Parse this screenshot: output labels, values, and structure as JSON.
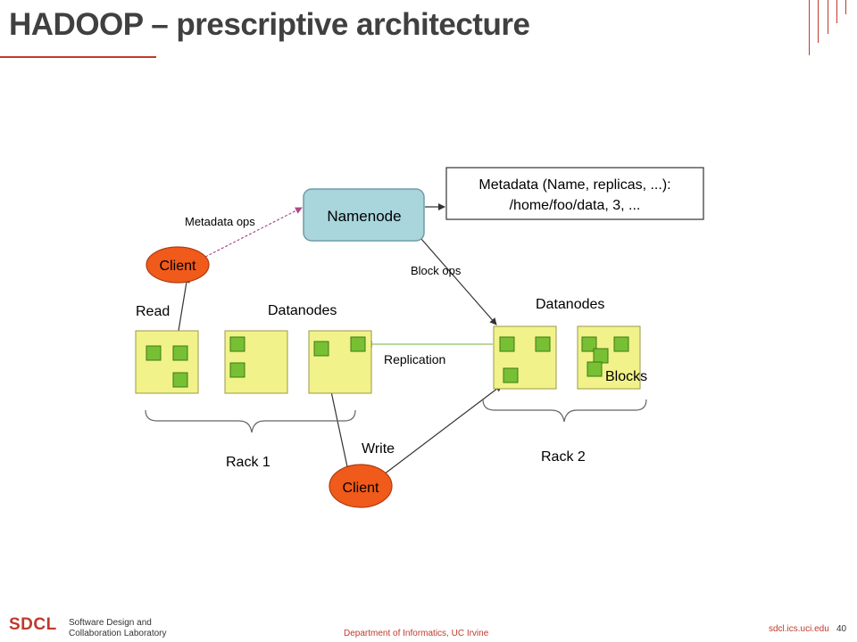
{
  "slide": {
    "title": "HADOOP – prescriptive architecture"
  },
  "diagram": {
    "namenode": "Namenode",
    "metadata_line1": "Metadata (Name, replicas, ...):",
    "metadata_line2": "/home/foo/data, 3, ...",
    "metadata_ops": "Metadata ops",
    "block_ops": "Block ops",
    "client_read": "Client",
    "client_write": "Client",
    "read": "Read",
    "write": "Write",
    "datanodes_left": "Datanodes",
    "datanodes_right": "Datanodes",
    "replication": "Replication",
    "blocks": "Blocks",
    "rack1": "Rack 1",
    "rack2": "Rack 2"
  },
  "footer": {
    "logo": "SDCL",
    "lab_line1": "Software Design and",
    "lab_line2": "Collaboration  Laboratory",
    "department": "Department of Informatics, UC Irvine",
    "site": "sdcl.ics.uci.edu",
    "page": "40"
  },
  "colors": {
    "accent": "#c0392b",
    "namenode_fill": "#a9d5dc",
    "client_fill": "#f05a1a",
    "datanode_fill": "#f2f28a",
    "block_fill": "#77c034"
  }
}
